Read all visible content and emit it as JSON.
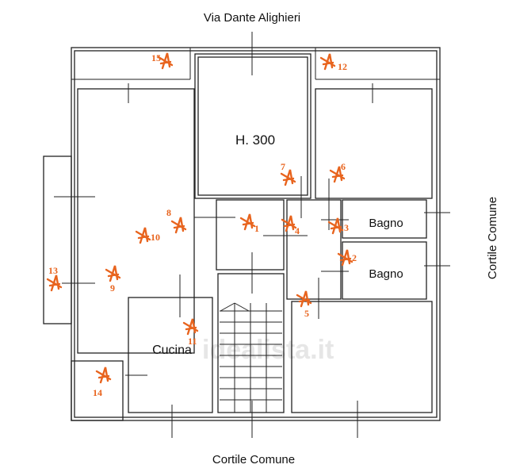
{
  "labels": {
    "street_top": "Via Dante Alighieri",
    "street_bottom": "Cortile Comune",
    "street_right": "Cortile Comune",
    "room_height": "H. 300",
    "bathroom_1": "Bagno",
    "bathroom_2": "Bagno",
    "kitchen": "Cucina",
    "watermark": "idealista.it"
  },
  "photo_points": [
    "1",
    "2",
    "3",
    "4",
    "5",
    "6",
    "7",
    "8",
    "9",
    "10",
    "11",
    "12",
    "13",
    "14",
    "15"
  ],
  "colors": {
    "marker": "#e8641e",
    "wall": "#222222"
  }
}
